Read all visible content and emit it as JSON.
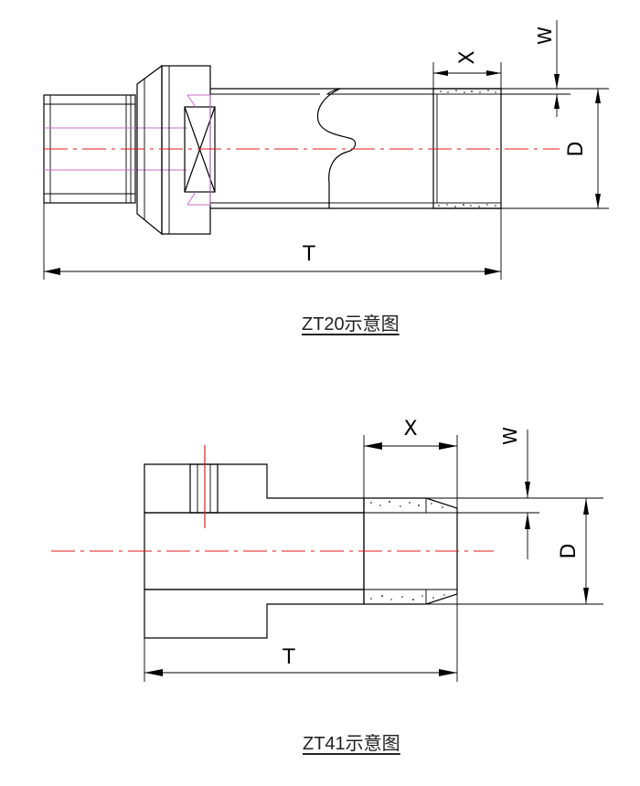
{
  "diagrams": [
    {
      "caption": "ZT20示意图",
      "dim_labels": {
        "x": "X",
        "w": "W",
        "d": "D",
        "t": "T"
      }
    },
    {
      "caption": "ZT41示意图",
      "dim_labels": {
        "x": "X",
        "w": "W",
        "d": "D",
        "t": "T"
      }
    }
  ],
  "colors": {
    "outline": "#000000",
    "centerline": "#e41a1a",
    "hidden_line": "#c86fc8"
  }
}
